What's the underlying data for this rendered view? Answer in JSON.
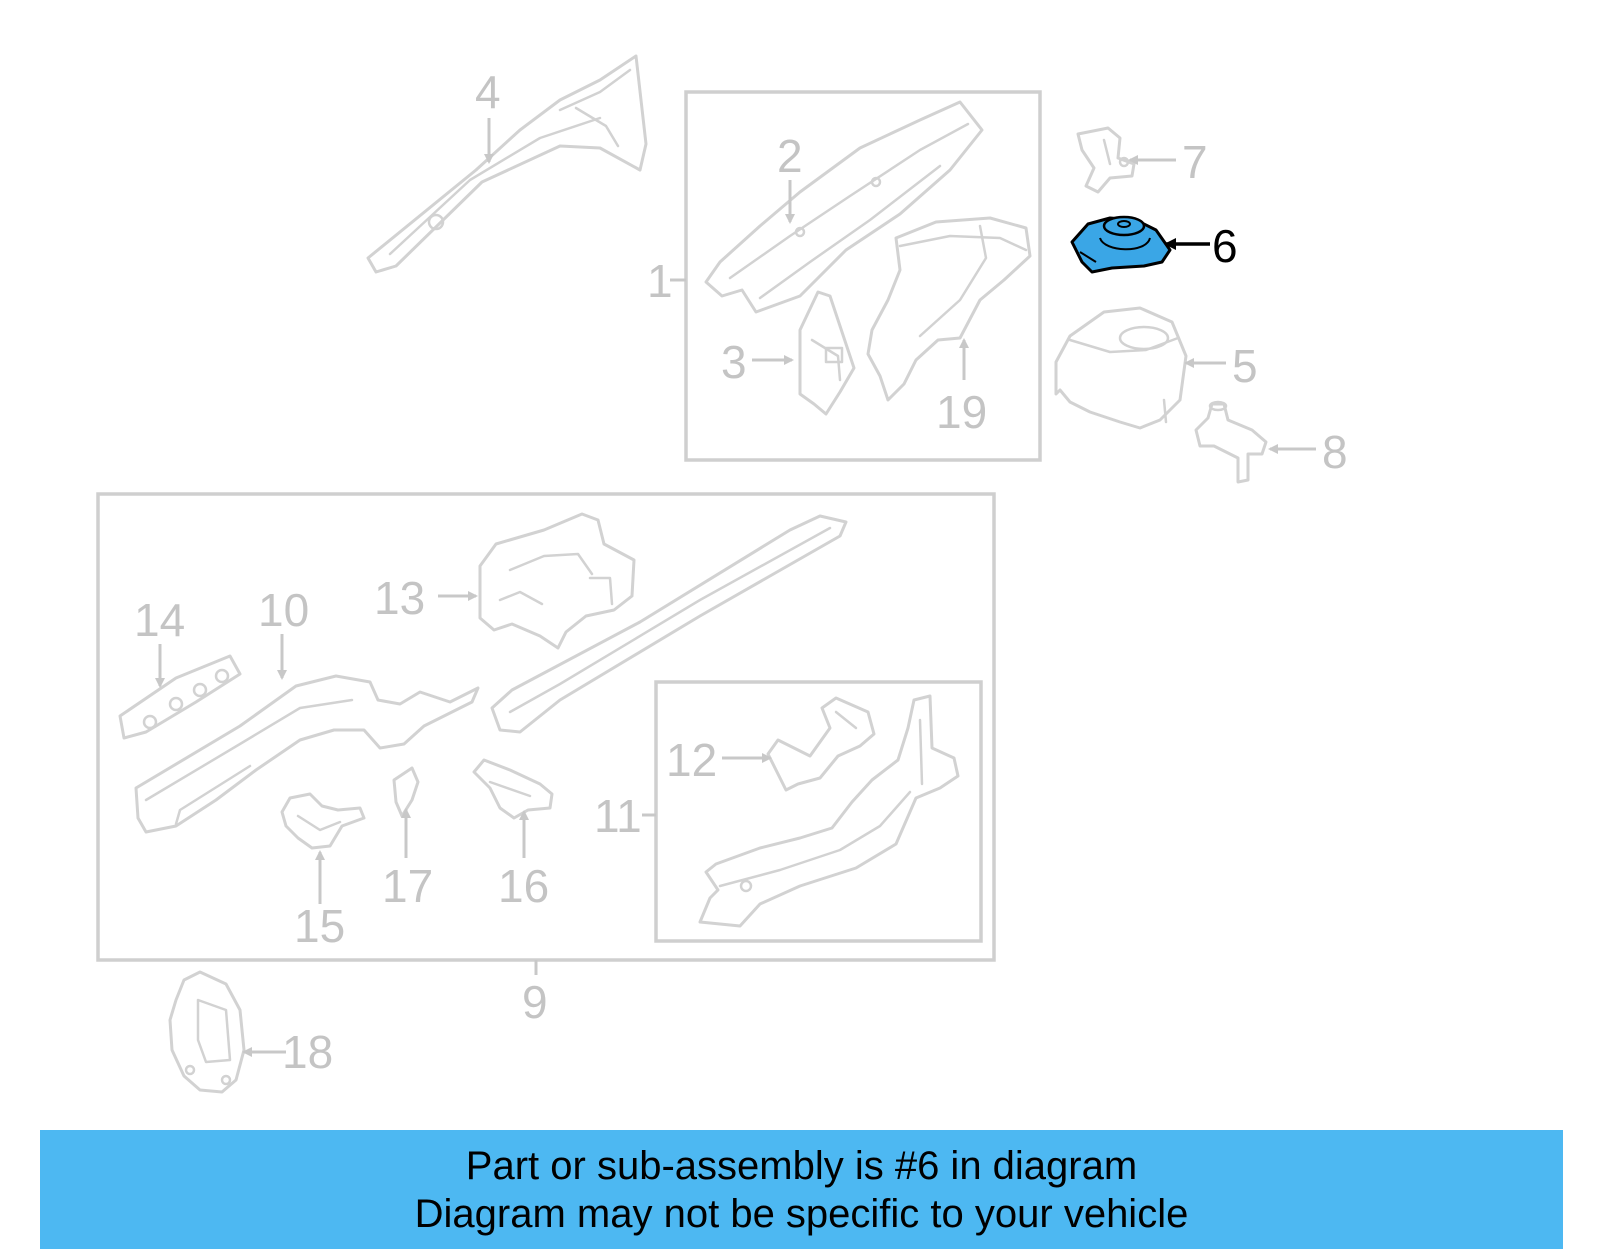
{
  "callouts": {
    "c1": "1",
    "c2": "2",
    "c3": "3",
    "c4": "4",
    "c5": "5",
    "c6": "6",
    "c7": "7",
    "c8": "8",
    "c9": "9",
    "c10": "10",
    "c11": "11",
    "c12": "12",
    "c13": "13",
    "c14": "14",
    "c15": "15",
    "c16": "16",
    "c17": "17",
    "c18": "18",
    "c19": "19"
  },
  "highlight": {
    "part_number": "6",
    "fill_color": "#3aa6e6",
    "stroke_color": "#000000"
  },
  "banner": {
    "background_color": "#4db8f2",
    "line1": "Part or sub-assembly is #6 in diagram",
    "line2": "Diagram may not be specific to your vehicle"
  }
}
